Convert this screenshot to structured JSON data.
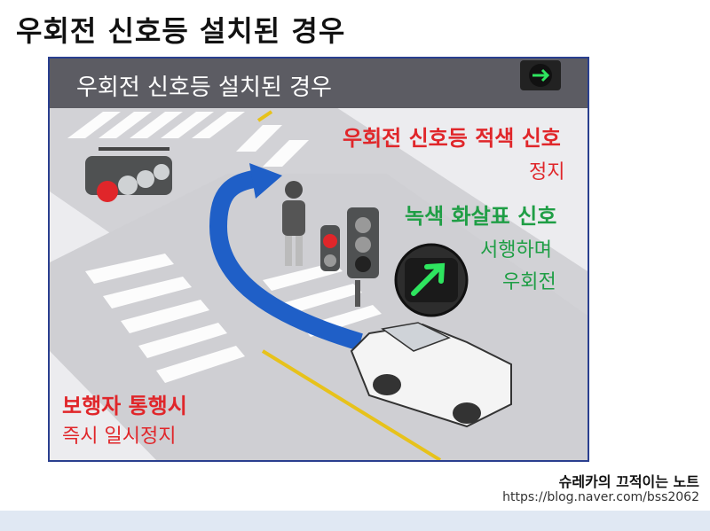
{
  "page": {
    "title": "우회전 신호등 설치된 경우"
  },
  "figure": {
    "banner_text": "우회전 신호등 설치된 경우",
    "right_turn_signal_red": {
      "line1": "우회전 신호등 적색 신호",
      "line2": "정지"
    },
    "green_arrow_signal": {
      "line1": "녹색 화살표 신호",
      "line2": "서행하며",
      "line3": "우회전"
    },
    "pedestrian_crossing": {
      "line1": "보행자 통행시",
      "line2": "즉시 일시정지"
    },
    "colors": {
      "red": "#e0262a",
      "green": "#1f9e45",
      "route_arrow": "#1f5fc7"
    },
    "icons": [
      "traffic-light-icon",
      "green-arrow-icon",
      "pedestrian-icon",
      "car-icon",
      "route-arrow-icon"
    ]
  },
  "credit": {
    "name": "슈레카의 끄적이는 노트",
    "url": "https://blog.naver.com/bss2062"
  }
}
